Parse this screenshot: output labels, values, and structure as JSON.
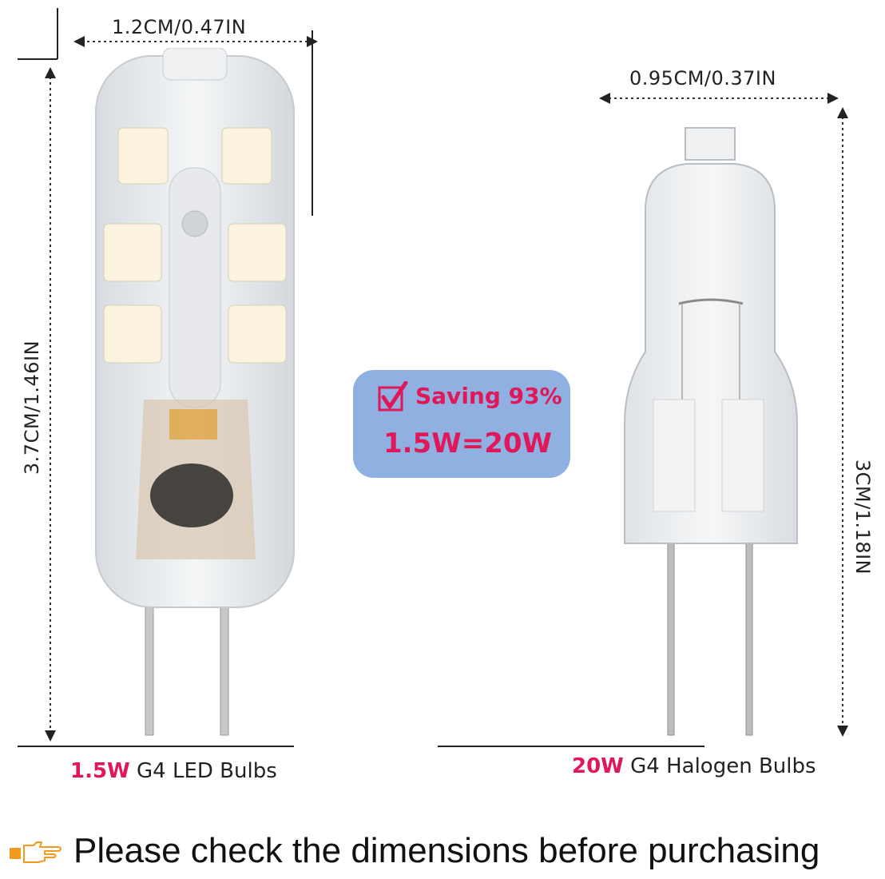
{
  "led": {
    "width_label": "1.2CM/0.47IN",
    "height_label": "3.7CM/1.46IN",
    "caption_watt": "1.5W",
    "caption_rest": " G4 LED Bulbs"
  },
  "halogen": {
    "width_label": "0.95CM/0.37IN",
    "height_label": "3CM/1.18IN",
    "caption_watt": "20W",
    "caption_rest": " G4 Halogen Bulbs"
  },
  "badge": {
    "saving": "Saving 93%",
    "equivalence": "1.5W=20W"
  },
  "footer": {
    "notice": "Please check the dimensions before purchasing",
    "icon": "pointing-hand-icon"
  },
  "colors": {
    "accent": "#e0185a",
    "badge_bg": "#8fb0e0",
    "icon_orange": "#f39a1e"
  }
}
